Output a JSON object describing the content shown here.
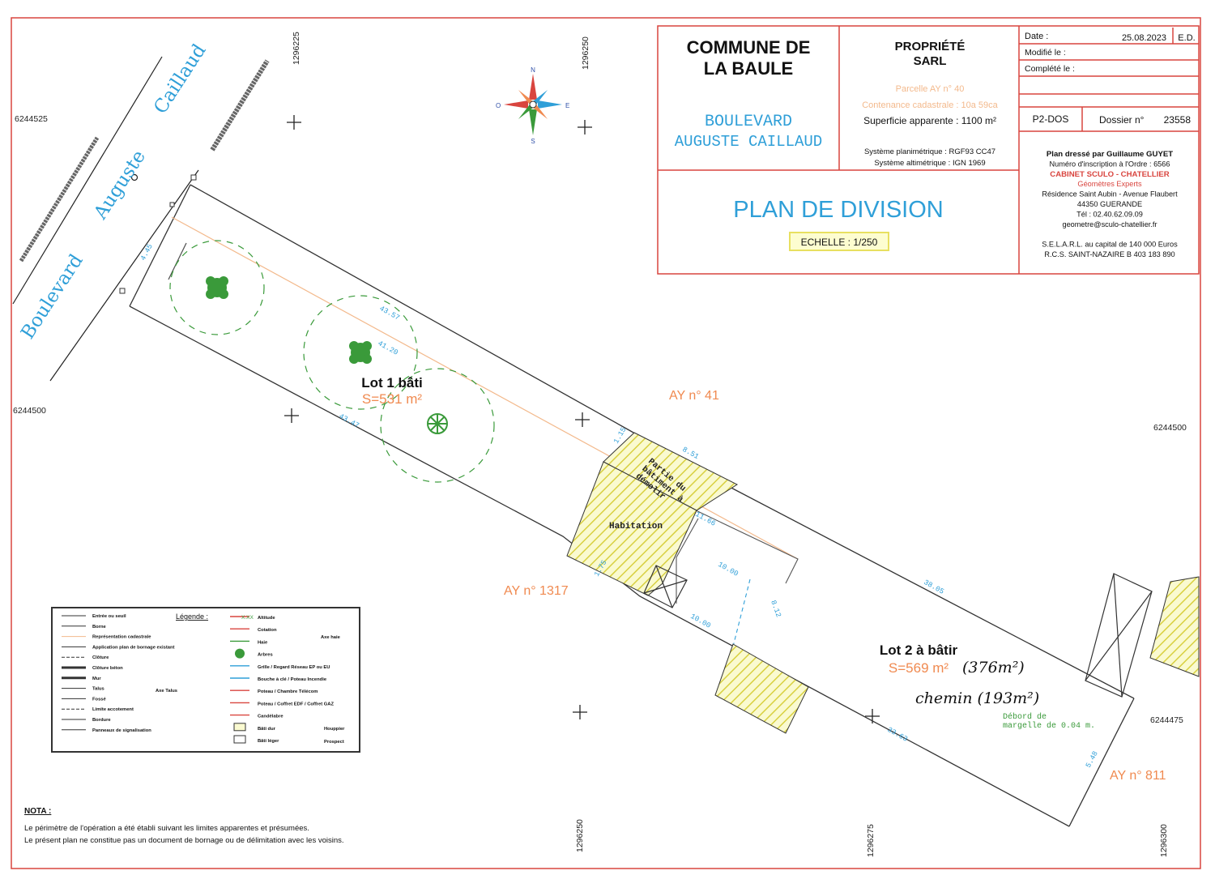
{
  "title_block": {
    "commune_line1": "COMMUNE DE",
    "commune_line2": "LA BAULE",
    "street_line1": "BOULEVARD",
    "street_line2": "AUGUSTE CAILLAUD",
    "owner_line1": "PROPRIÉTÉ",
    "owner_line2": "SARL",
    "parcel": "Parcelle AY n° 40",
    "cadastral_area": "Contenance cadastrale : 10a 59ca",
    "apparent_area": "Superficie apparente : 1100 m²",
    "planimetric": "Système planimétrique : RGF93 CC47",
    "altimetric": "Système altimétrique : IGN 1969",
    "date_label": "Date :",
    "date_value": "25.08.2023",
    "author_initials": "E.D.",
    "modified_label": "Modifié le :",
    "completed_label": "Complété le :",
    "doc_code": "P2-DOS",
    "dossier_label": "Dossier n°",
    "dossier_number": "23558",
    "plan_title": "PLAN DE DIVISION",
    "scale": "ECHELLE : 1/250",
    "surveyor_lines": [
      "Plan dressé par Guillaume GUYET",
      "Numéro d'inscription à l'Ordre : 6566",
      "CABINET SCULO - CHATELLIER",
      "Géomètres Experts",
      "Résidence Saint Aubin - Avenue Flaubert",
      "44350 GUERANDE",
      "Tél : 02.40.62.09.09",
      "geometre@sculo-chatellier.fr",
      "",
      "S.E.L.A.R.L. au capital de 140 000 Euros",
      "R.C.S. SAINT-NAZAIRE B 403 183 890"
    ]
  },
  "grid": {
    "x_top": [
      "1296225",
      "1296250"
    ],
    "x_bottom": [
      "1296250",
      "1296275",
      "1296300"
    ],
    "y_left": [
      "6244525",
      "6244500"
    ],
    "y_right": [
      "6244500",
      "6244475"
    ]
  },
  "street": {
    "word1": "Boulevard",
    "word2": "Auguste",
    "word3": "Caillaud"
  },
  "lots": [
    {
      "name": "Lot 1 bâti",
      "area": "S=531 m²"
    },
    {
      "name": "Lot 2 à bâtir",
      "area": "S=569 m²",
      "note1": "(376m²)",
      "note2": "chemin (193m²)"
    }
  ],
  "neighbours": [
    "AY n° 41",
    "AY n° 1317",
    "AY n° 811"
  ],
  "buildings": {
    "habitation": "Habitation",
    "demolish": "Partie du bâtiment à démolir"
  },
  "dimensions": [
    "43.57",
    "41.20",
    "43.47",
    "1.15",
    "8.51",
    "11.66",
    "10.00",
    "10.00",
    "8.12",
    "38.05",
    "33.63",
    "1.75",
    "5.48",
    "4.45"
  ],
  "margelle_note": [
    "Débord de",
    "margelle de 0.04 m."
  ],
  "legend": {
    "title": "Légende :",
    "left": [
      "Entrée ou seuil",
      "Borne",
      "Représentation cadastrale",
      "Application plan de bornage existant",
      "Clôture",
      "Clôture béton",
      "Mur",
      "Talus",
      "Fossé",
      "Limite accotement",
      "Bordure",
      "Panneaux de signalisation"
    ],
    "talus_axis": "Axe Talus",
    "right": [
      "Altitude",
      "Cotation",
      "Haie",
      "Arbres",
      "Grille / Regard Réseau EP ou EU",
      "Bouche à clé / Poteau Incendie",
      "Poteau / Chambre Télécom",
      "Poteau / Coffret EDF / Coffret GAZ",
      "Candélabre",
      "Bâti dur",
      "Bâti léger"
    ],
    "hedge_axis": "Axe haie",
    "altitude_symbol": "X.XX",
    "houppier": "Houppier",
    "prospect": "Prospect"
  },
  "note": {
    "title": "NOTA :",
    "line1": "Le périmètre de l'opération a été établi suivant les limites apparentes et présumées.",
    "line2": "Le présent plan ne constitue pas un document de bornage ou de délimitation avec les voisins."
  },
  "compass": {
    "n": "N",
    "e": "E",
    "o": "O",
    "s": "S"
  },
  "colors": {
    "frame": "#d9453f",
    "title_blue": "#2f9fd8",
    "orange": "#f08a50",
    "tree_green": "#3a9a3a",
    "hatch_yellow": "#e8e060"
  }
}
